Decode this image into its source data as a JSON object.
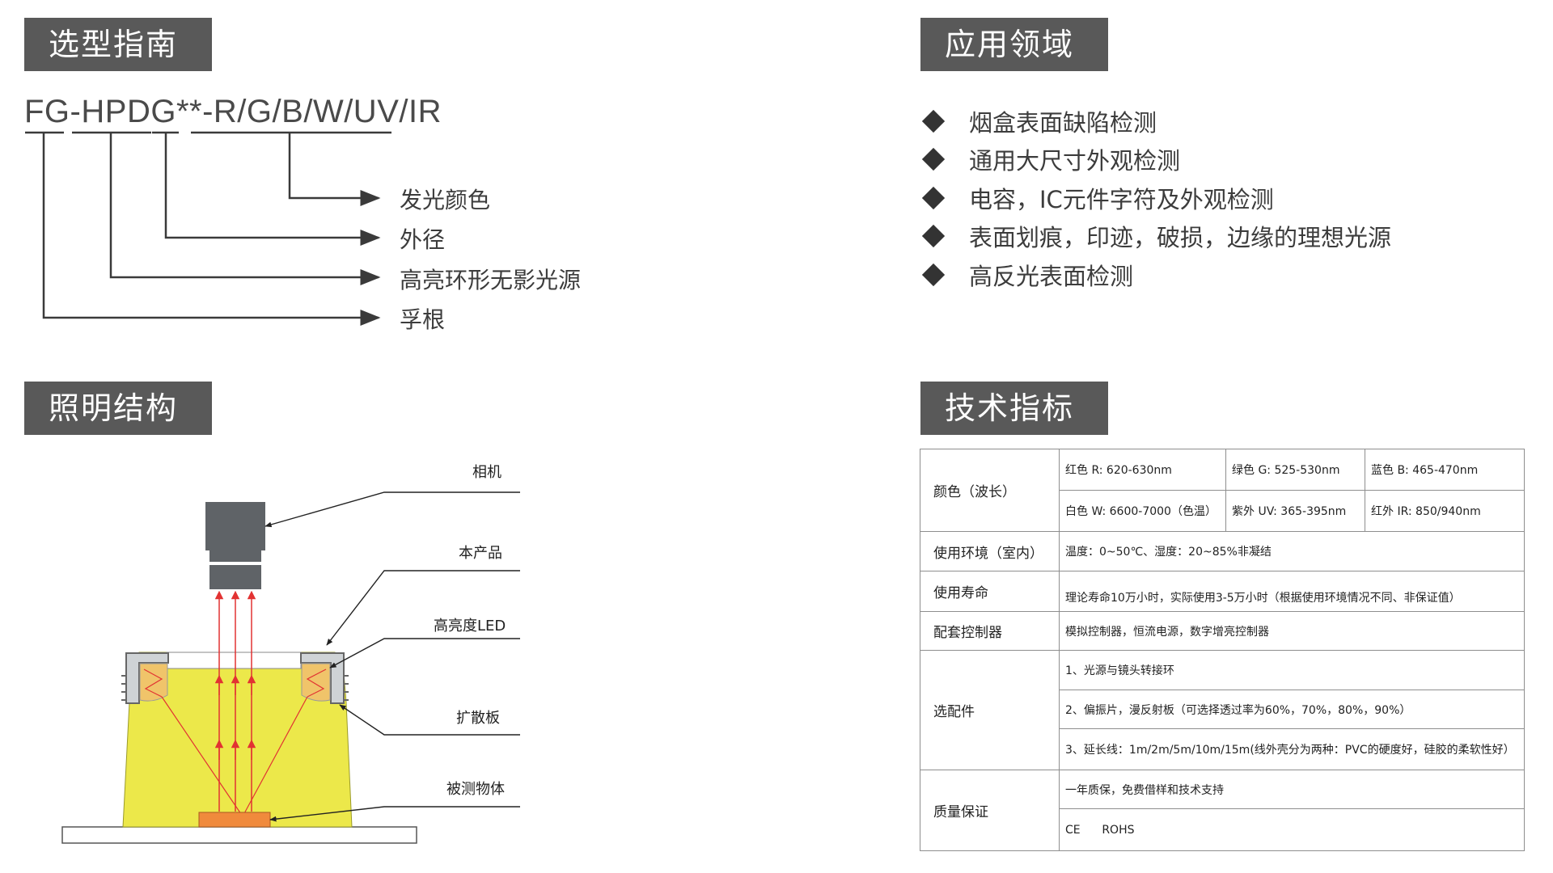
{
  "selection_guide": {
    "title": "选型指南",
    "code_parts": [
      "FG",
      "-",
      "HPDG",
      "**",
      "-",
      "R/G/B/W/UV/IR"
    ],
    "labels": [
      "发光颜色",
      "外径",
      "高亮环形无影光源",
      "孚根"
    ]
  },
  "application": {
    "title": "应用领域",
    "items": [
      "烟盒表面缺陷检测",
      "通用大尺寸外观检测",
      "电容，IC元件字符及外观检测",
      "表面划痕，印迹，破损，边缘的理想光源",
      "高反光表面检测"
    ]
  },
  "illumination": {
    "title": "照明结构",
    "labels": {
      "camera": "相机",
      "product": "本产品",
      "led": "高亮度LED",
      "diffuser": "扩散板",
      "object": "被测物体"
    }
  },
  "tech_specs": {
    "title": "技术指标",
    "color_header": "颜色（波长）",
    "color_values": [
      "红色 R: 620-630nm",
      "绿色 G: 525-530nm",
      "蓝色 B: 465-470nm",
      "白色 W: 6600-7000（色温）",
      "紫外 UV: 365-395nm",
      "红外 IR: 850/940nm"
    ],
    "env_header": "使用环境（室内）",
    "env_value": "温度：0~50℃、湿度：20~85%非凝结",
    "life_header": "使用寿命",
    "life_value": "理论寿命10万小时，实际使用3-5万小时（根据使用环境情况不同、非保证值）",
    "controller_header": "配套控制器",
    "controller_value": "模拟控制器，恒流电源，数字增亮控制器",
    "accessories_header": "选配件",
    "accessories": [
      "1、光源与镜头转接环",
      "2、偏振片，漫反射板（可选择透过率为60%，70%，80%，90%）",
      "3、延长线：1m/2m/5m/10m/15m(线外壳分为两种：PVC的硬度好，硅胶的柔软性好）"
    ],
    "quality_header": "质量保证",
    "quality_values": [
      "一年质保，免费借样和技术支持",
      "CE      ROHS"
    ]
  },
  "colors": {
    "title_bg": "#595959",
    "yellow_light": "#ece84a",
    "object_orange": "#f08a3c",
    "ray_red": "#e23232",
    "camera_gray": "#5f6367"
  }
}
